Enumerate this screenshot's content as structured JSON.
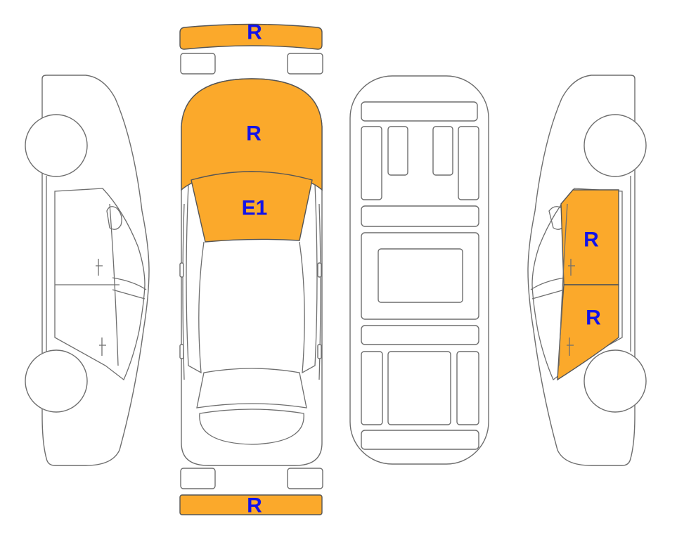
{
  "colors": {
    "damage_fill": "#FBA92B",
    "label_text": "#1313E8",
    "outline": "#6e6e6e"
  },
  "labels": {
    "front_bumper": "R",
    "hood": "R",
    "windshield": "E1",
    "rear_door": "R",
    "front_door": "R",
    "rear_bumper": "R"
  }
}
